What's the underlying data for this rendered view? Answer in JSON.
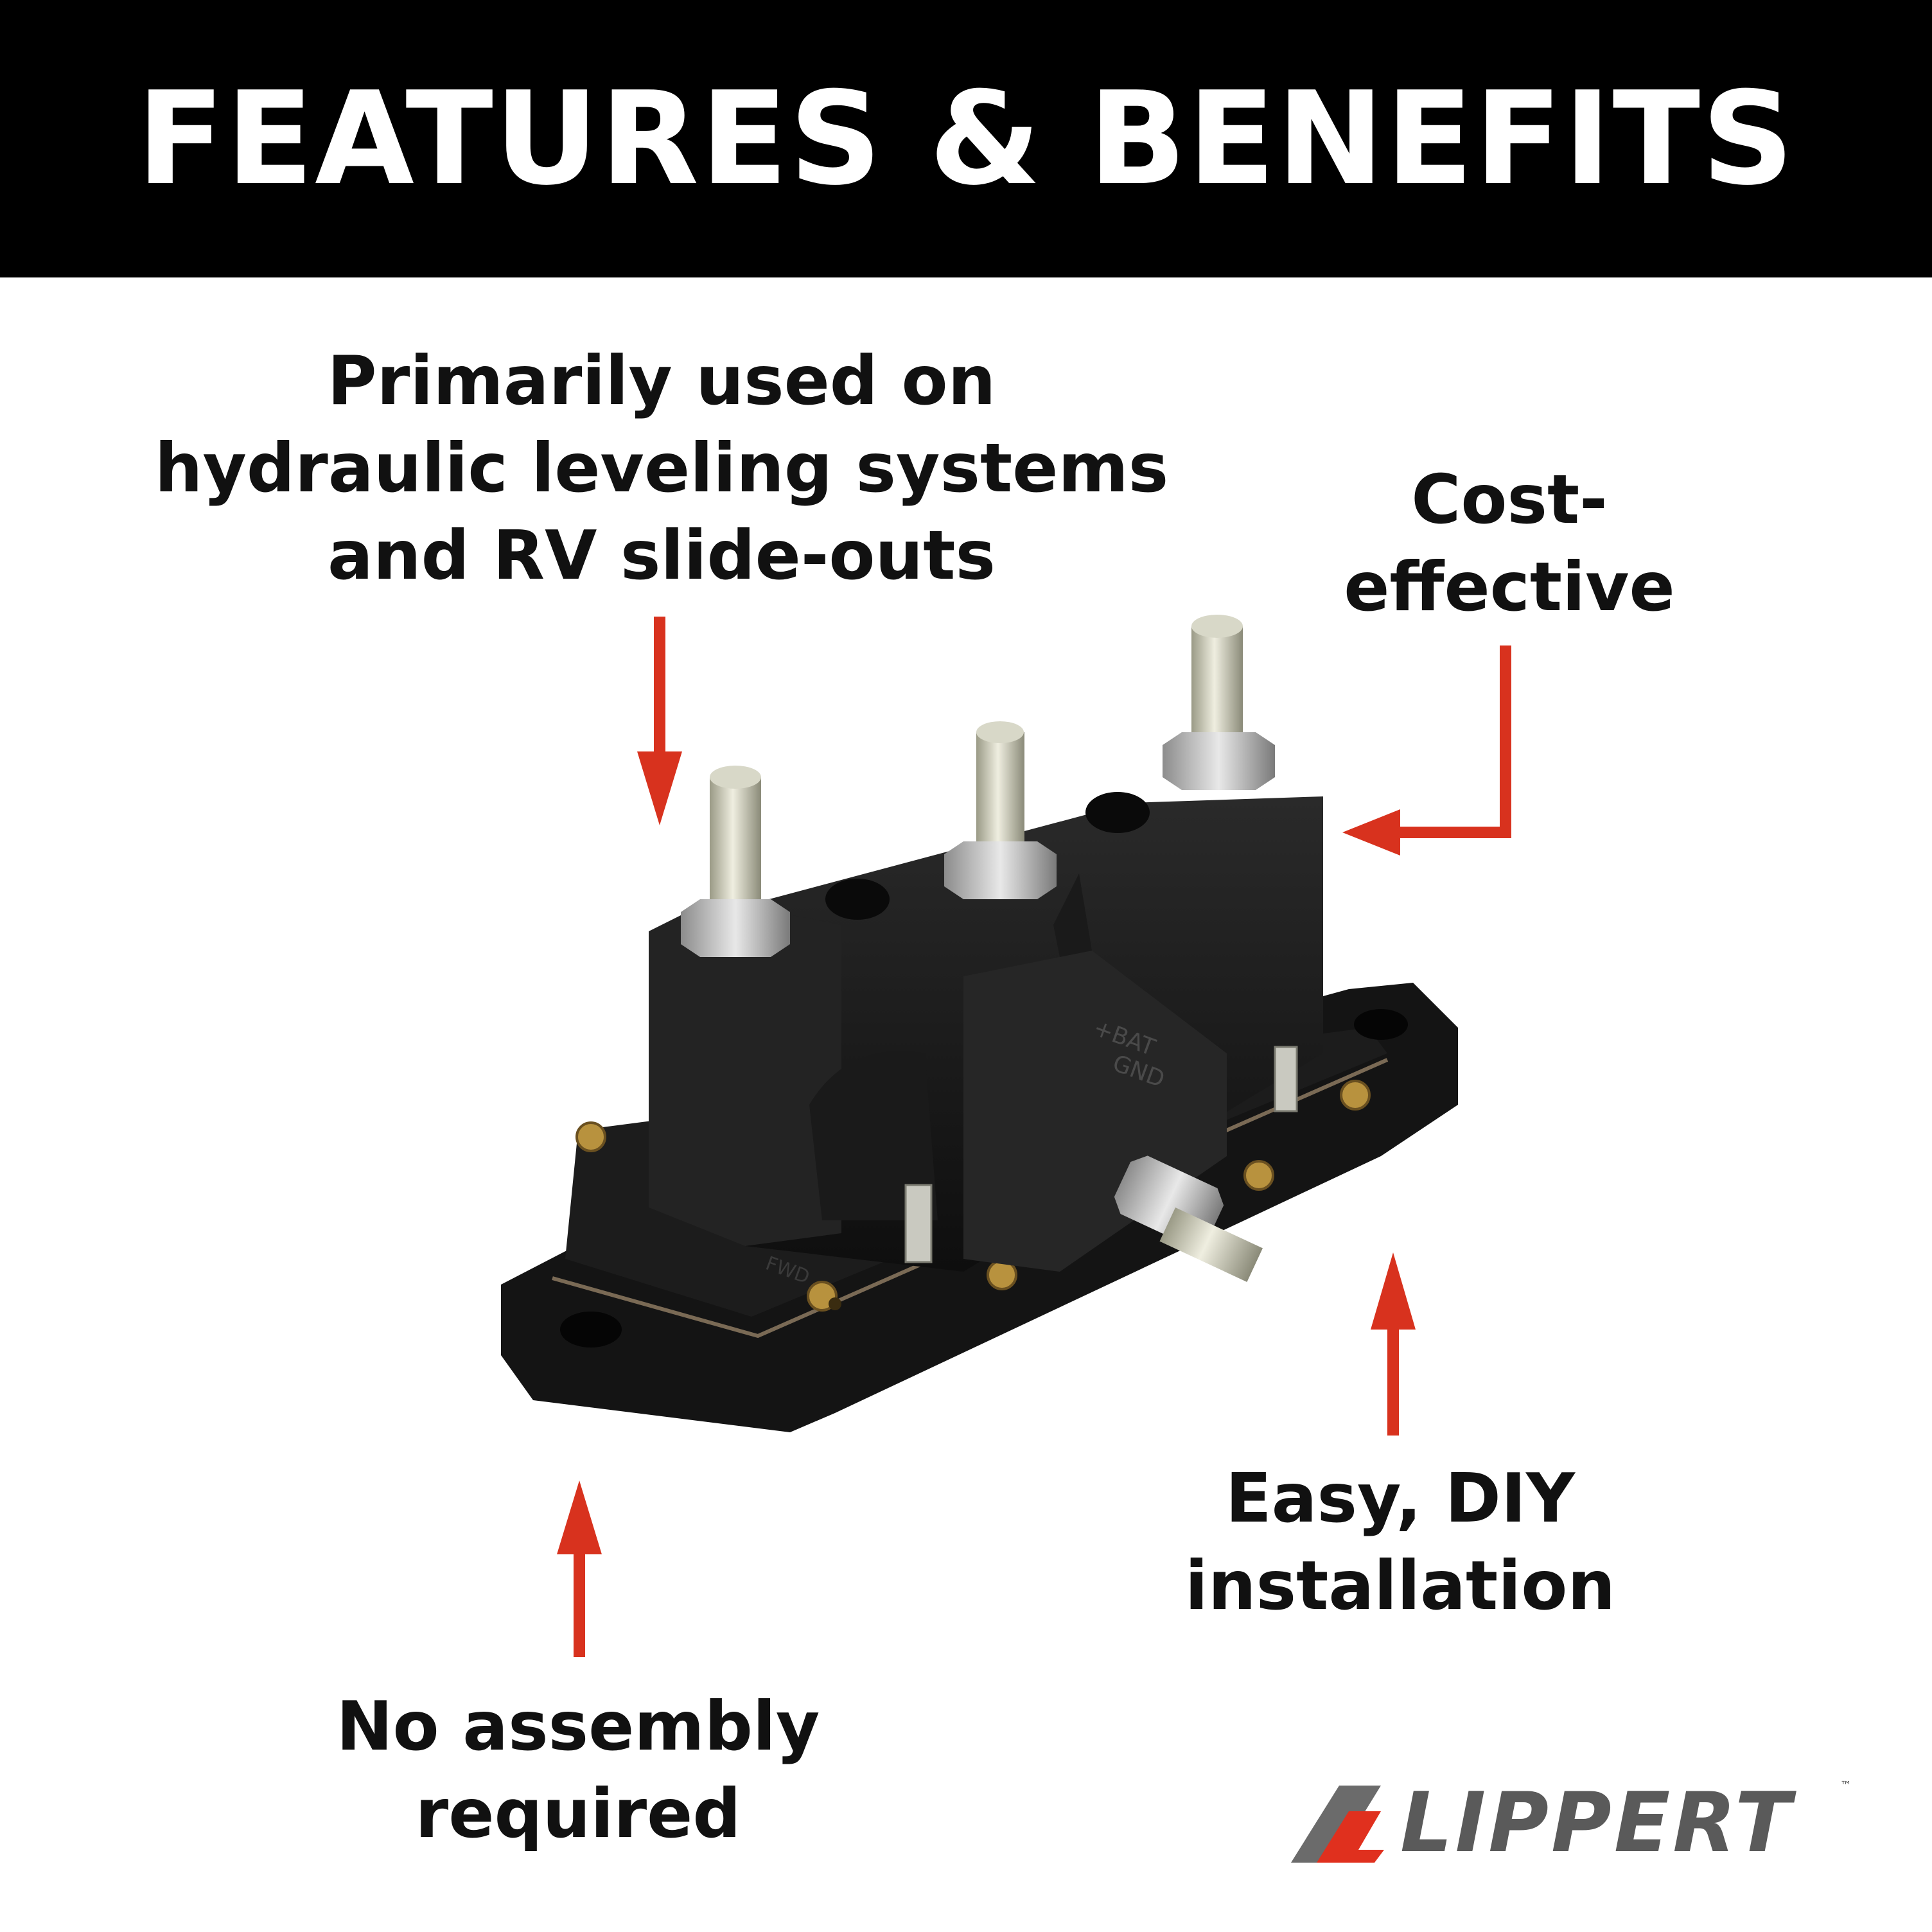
{
  "header": {
    "title": "FEATURES & BENEFITS"
  },
  "callouts": {
    "primary": [
      "Primarily used on",
      "hydraulic leveling systems",
      "and RV slide-outs"
    ],
    "cost": [
      "Cost-",
      "effective"
    ],
    "easy": [
      "Easy, DIY",
      "installation"
    ],
    "no_assembly": [
      "No assembly",
      "required"
    ]
  },
  "logo": {
    "name": "LIPPERT",
    "tm": "™"
  },
  "product": {
    "label_gnd": "GND",
    "label_bat": "+BAT",
    "label_fwd": "FWD"
  },
  "colors": {
    "arrow": "#d8321e",
    "header_bg": "#000000",
    "header_text": "#ffffff",
    "logo_red": "#e0301e",
    "logo_gray": "#6b6b6b"
  }
}
